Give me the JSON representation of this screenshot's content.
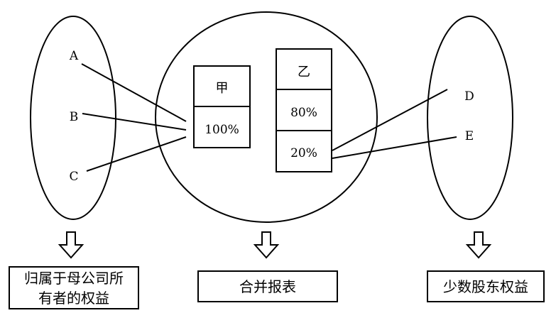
{
  "left_group": {
    "members": [
      "A",
      "B",
      "C"
    ]
  },
  "center_group": {
    "companies": [
      {
        "name": "甲",
        "shares": [
          "100%"
        ]
      },
      {
        "name": "乙",
        "shares": [
          "80%",
          "20%"
        ]
      }
    ]
  },
  "right_group": {
    "members": [
      "D",
      "E"
    ]
  },
  "outputs": {
    "left": "归属于母公司所有者的权益",
    "left_lines": [
      "归属于母公司所",
      "有者的权益"
    ],
    "center": "合并报表",
    "right": "少数股东权益"
  },
  "connections": [
    {
      "from": "A",
      "to": "甲 100%"
    },
    {
      "from": "B",
      "to": "甲 100%"
    },
    {
      "from": "C",
      "to": "甲 100%"
    },
    {
      "from": "D",
      "to": "乙 20%"
    },
    {
      "from": "E",
      "to": "乙 20%"
    }
  ]
}
